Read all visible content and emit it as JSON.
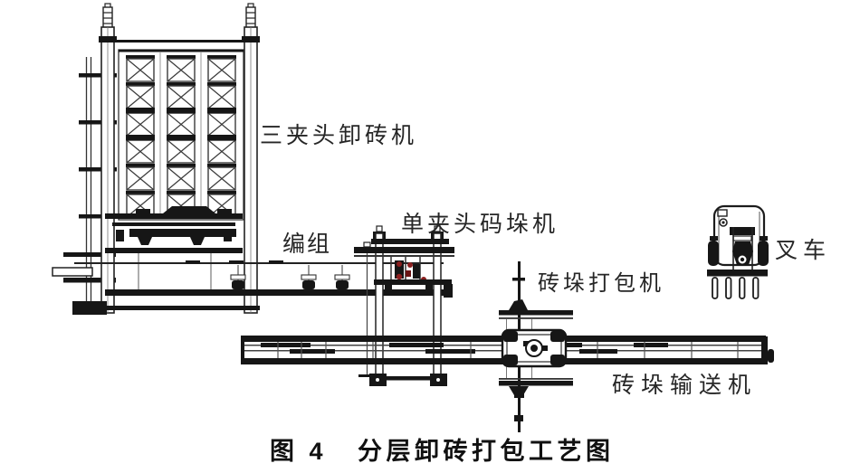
{
  "figure": {
    "caption_no": "图 4",
    "caption_title": "分层卸砖打包工艺图"
  },
  "labels": {
    "unloader": "三夹头卸砖机",
    "grouping": "编组",
    "palletizer": "单夹头码垛机",
    "packer": "砖垛打包机",
    "forklift": "叉车",
    "conveyor": "砖垛输送机"
  },
  "colors": {
    "ink": "#1c1c1c",
    "background": "#ffffff",
    "accent_red": "#8b1f1f"
  }
}
